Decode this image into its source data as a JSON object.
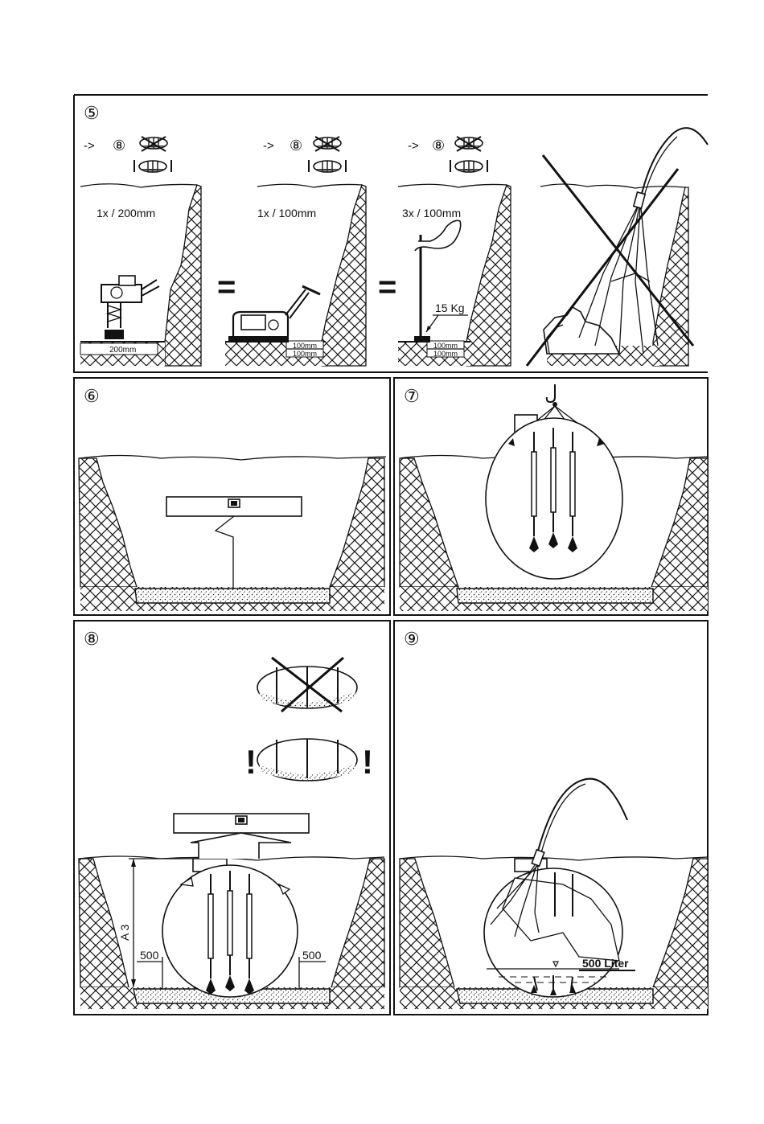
{
  "panel5": {
    "number": "⑤",
    "ref_arrow": "->",
    "ref_num": "⑧",
    "columns": [
      {
        "label": "1x / 200mm",
        "layers": [
          "200mm"
        ]
      },
      {
        "label": "1x / 100mm",
        "layers": [
          "100mm",
          "100mm"
        ]
      },
      {
        "label": "3x / 100mm",
        "weight": "15 Kg",
        "layers": [
          "100mm",
          "100mm"
        ]
      }
    ],
    "equals": "="
  },
  "panel6": {
    "number": "⑥"
  },
  "panel7": {
    "number": "⑦"
  },
  "panel8": {
    "number": "⑧",
    "exclaim": "!",
    "dim_left": "500",
    "dim_right": "500",
    "dim_vertical": "A 3"
  },
  "panel9": {
    "number": "⑨",
    "water_label": "500 Liter"
  }
}
